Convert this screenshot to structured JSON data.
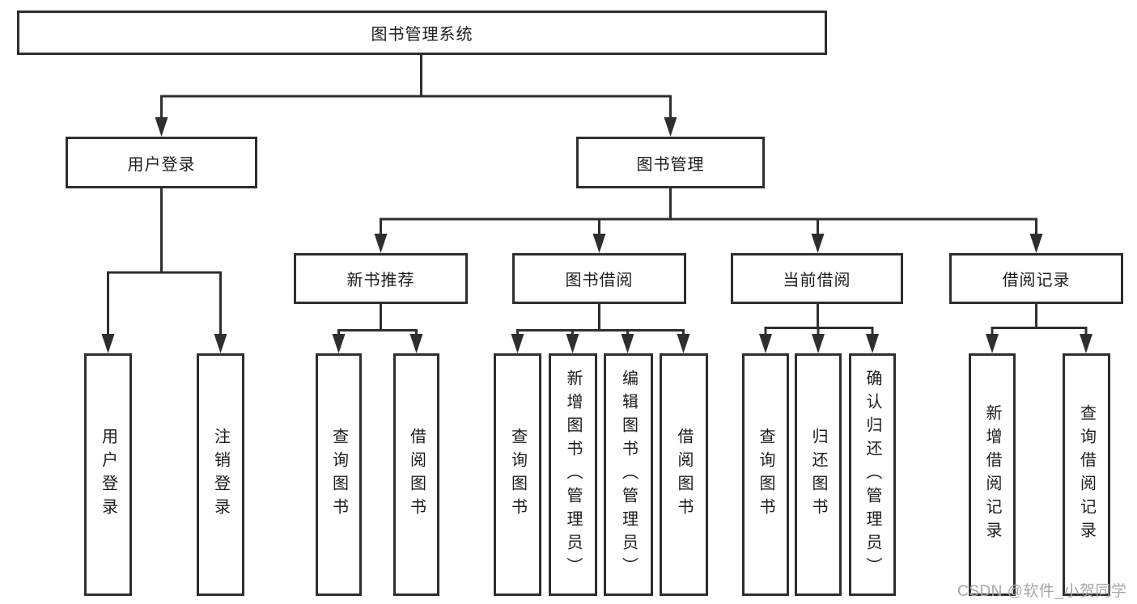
{
  "tree": {
    "label": "图书管理系统",
    "children": [
      {
        "label": "用户登录",
        "children": [
          {
            "label": "用户登录"
          },
          {
            "label": "注销登录"
          }
        ]
      },
      {
        "label": "图书管理",
        "children": [
          {
            "label": "新书推荐",
            "children": [
              {
                "label": "查询图书"
              },
              {
                "label": "借阅图书"
              }
            ]
          },
          {
            "label": "图书借阅",
            "children": [
              {
                "label": "查询图书"
              },
              {
                "label": "新增图书（管理员）"
              },
              {
                "label": "编辑图书（管理员）"
              },
              {
                "label": "借阅图书"
              }
            ]
          },
          {
            "label": "当前借阅",
            "children": [
              {
                "label": "查询图书"
              },
              {
                "label": "归还图书"
              },
              {
                "label": "确认归还（管理员）"
              }
            ]
          },
          {
            "label": "借阅记录",
            "children": [
              {
                "label": "新增借阅记录"
              },
              {
                "label": "查询借阅记录"
              }
            ]
          }
        ]
      }
    ]
  },
  "watermark": {
    "text": "CSDN @软件_小贺同学"
  },
  "colors": {
    "line": "#2e2e2e",
    "box_border": "#2e2e2e",
    "background": "#ffffff",
    "text": "#1c1c1c",
    "watermark": "#a6a6a6"
  }
}
